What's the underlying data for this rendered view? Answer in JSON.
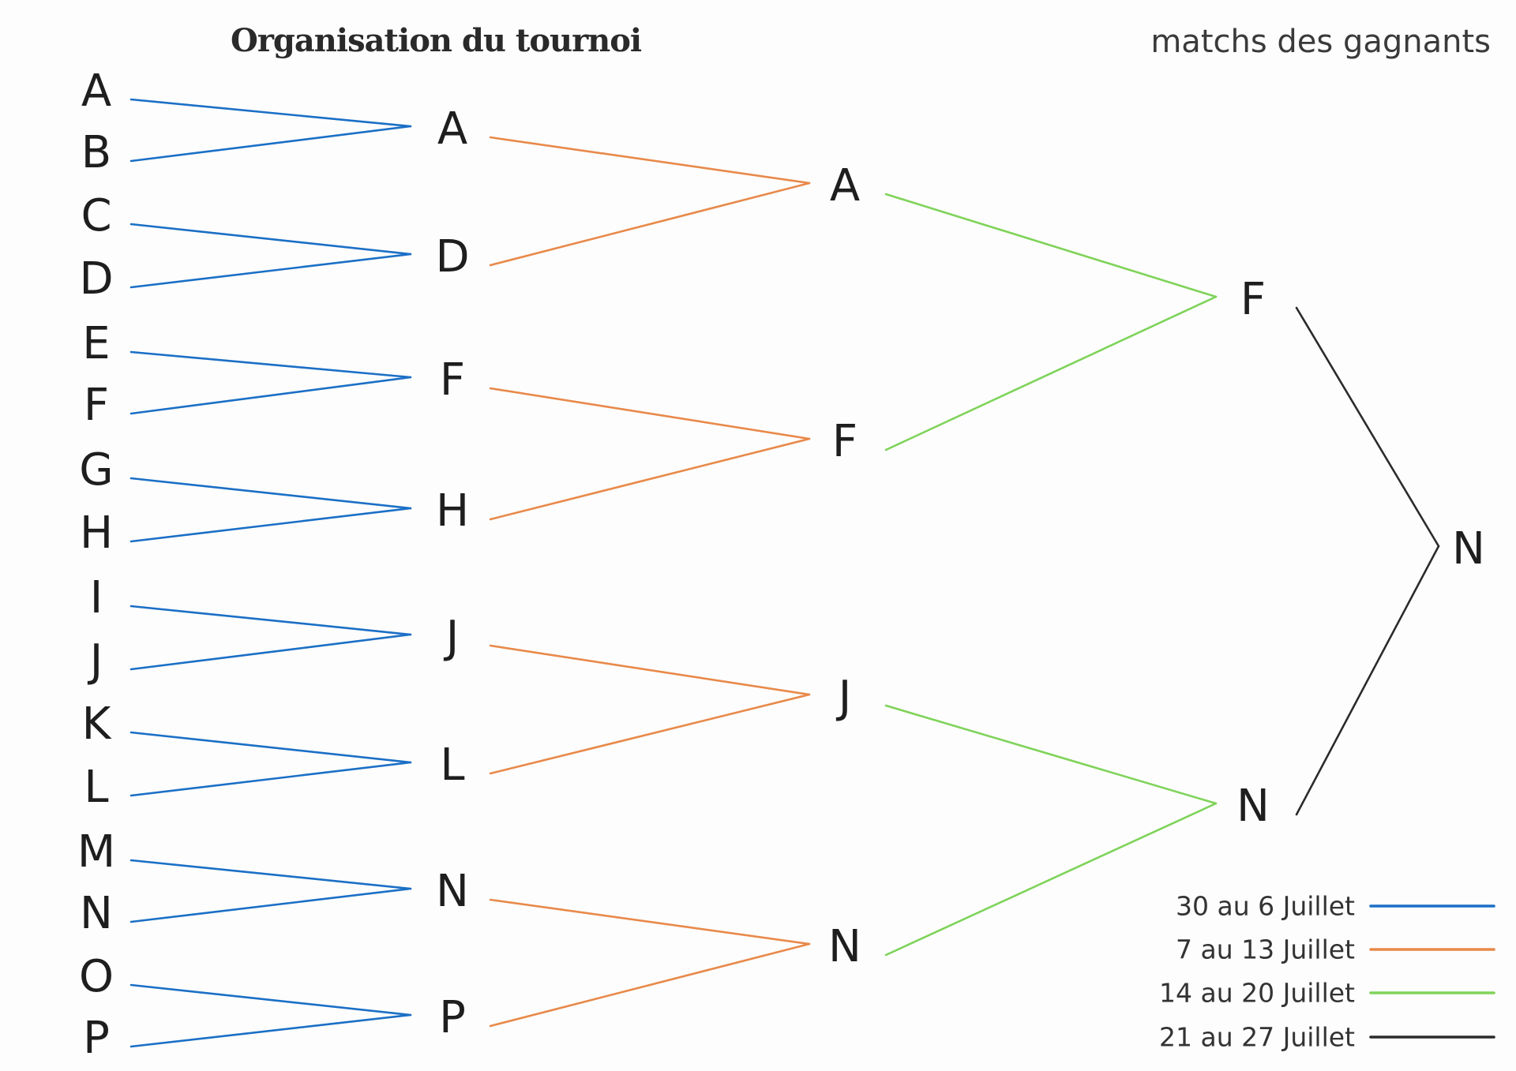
{
  "title": "Organisation du tournoi",
  "subtitle": "matchs des gagnants",
  "rounds": [
    {
      "players": [
        "A",
        "B",
        "C",
        "D",
        "E",
        "F",
        "G",
        "H",
        "I",
        "J",
        "K",
        "L",
        "M",
        "N",
        "O",
        "P"
      ]
    },
    {
      "players": [
        "A",
        "D",
        "F",
        "H",
        "J",
        "L",
        "N",
        "P"
      ]
    },
    {
      "players": [
        "A",
        "F",
        "J",
        "N"
      ]
    },
    {
      "players": [
        "F",
        "N"
      ]
    },
    {
      "players": [
        "N"
      ]
    }
  ],
  "legend": [
    {
      "label": "30 au 6 Juillet",
      "color": "#1b6fc6"
    },
    {
      "label": "7 au 13 Juillet",
      "color": "#e8894a"
    },
    {
      "label": "14 au 20 Juillet",
      "color": "#7fd35a"
    },
    {
      "label": "21 au 27 Juillet",
      "color": "#2b2b2b"
    }
  ]
}
